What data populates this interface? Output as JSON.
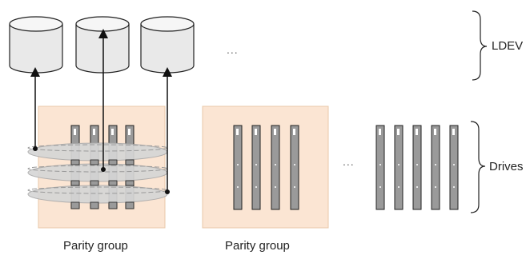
{
  "labels": {
    "ldev": "LDEV",
    "drives": "Drives",
    "parity_group_1": "Parity group",
    "parity_group_2": "Parity group",
    "ellipsis_ldev": "...",
    "ellipsis_drives": "..."
  },
  "colors": {
    "parity_box_fill": "#fbe5d3",
    "parity_box_stroke": "#e8c8a8",
    "cylinder_fill": "#e9e9e9",
    "cylinder_stroke": "#222222",
    "drive_fill": "#9a9a9a",
    "drive_stroke": "#222222",
    "ring_fill": "#d6d6d6",
    "arrow": "#111111"
  },
  "icons": {
    "ldev_volume": "cylinder-icon",
    "drive": "drive-bar-icon",
    "stripe": "stripe-ring-icon"
  }
}
